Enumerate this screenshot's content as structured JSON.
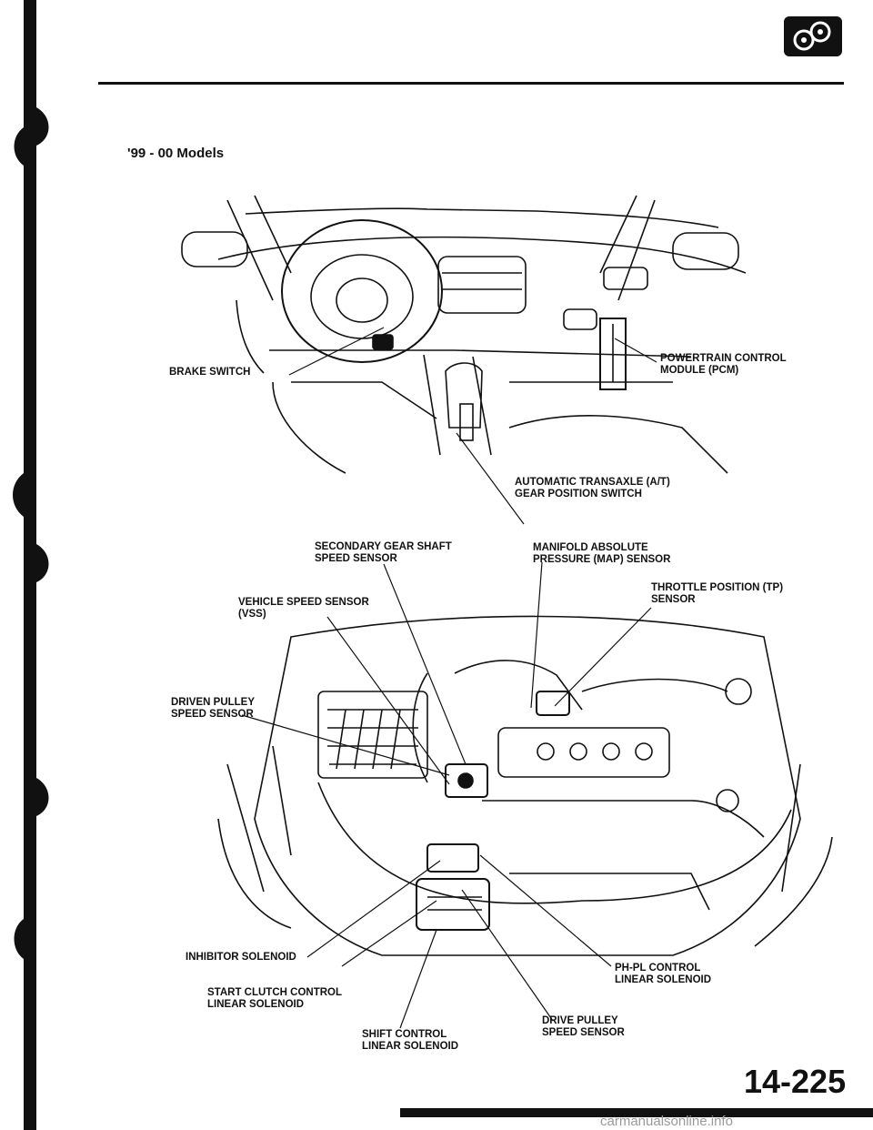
{
  "header": {
    "title": "'99 - 00 Models"
  },
  "footer": {
    "page_number": "14-225",
    "watermark": "carmanualsonline.info"
  },
  "labels": {
    "brake_switch": "BRAKE SWITCH",
    "pcm": [
      "POWERTRAIN CONTROL",
      "MODULE (PCM)"
    ],
    "at_gear_position": [
      "AUTOMATIC TRANSAXLE (A/T)",
      "GEAR POSITION SWITCH"
    ],
    "secondary_gear_shaft": [
      "SECONDARY GEAR SHAFT",
      "SPEED SENSOR"
    ],
    "map_sensor": [
      "MANIFOLD ABSOLUTE",
      "PRESSURE (MAP) SENSOR"
    ],
    "tp_sensor": [
      "THROTTLE POSITION (TP)",
      "SENSOR"
    ],
    "vss": [
      "VEHICLE SPEED SENSOR",
      "(VSS)"
    ],
    "driven_pulley": [
      "DRIVEN PULLEY",
      "SPEED SENSOR"
    ],
    "inhibitor": "INHIBITOR SOLENOID",
    "start_clutch": [
      "START CLUTCH CONTROL",
      "LINEAR SOLENOID"
    ],
    "phpl": [
      "PH-PL CONTROL",
      "LINEAR SOLENOID"
    ],
    "drive_pulley": [
      "DRIVE PULLEY",
      "SPEED SENSOR"
    ],
    "shift_control": [
      "SHIFT CONTROL",
      "LINEAR SOLENOID"
    ]
  }
}
